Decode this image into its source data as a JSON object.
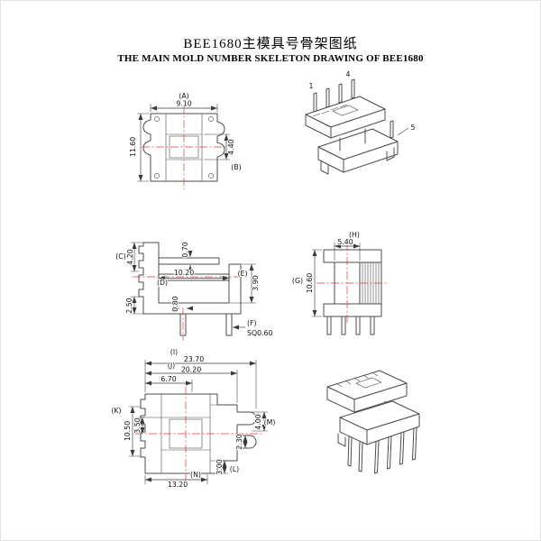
{
  "title": "BEE1680主模具号骨架图纸",
  "subtitle": "THE MAIN MOLD NUMBER SKELETON DRAWING OF BEE1680",
  "colors": {
    "line": "#4c4c4c",
    "centerline": "#e23a3a"
  },
  "front_view": {
    "a_label": "(A)",
    "a": "9.10",
    "h": "11.60",
    "b": "4.40",
    "b_label": "(B)"
  },
  "iso_top": {
    "p1": "1",
    "p4": "4",
    "p5": "5"
  },
  "side_view": {
    "c_label": "(C)",
    "c": "4.20",
    "t070": "0.70",
    "d_label": "(D)",
    "d": "10.20",
    "e_label": "(E)",
    "e": "3.90",
    "t250": "2.50",
    "t080": "0.80",
    "f_label": "(F)",
    "f": "SQ0.60"
  },
  "end_view": {
    "h_label": "(H)",
    "h": "5.40",
    "g_label": "(G)",
    "g": "10.60"
  },
  "bottom_view": {
    "i_label": "(I)",
    "i": "23.70",
    "j_label": "(J)",
    "j": "20.20",
    "t670": "6.70",
    "k_label": "(K)",
    "k": "10.50",
    "t350": "3.50",
    "m_label": "(M)",
    "m": "4.00",
    "t230": "2.30",
    "l_label": "(L)",
    "l": "3.00",
    "n_label": "(N)",
    "n": "13.20"
  }
}
